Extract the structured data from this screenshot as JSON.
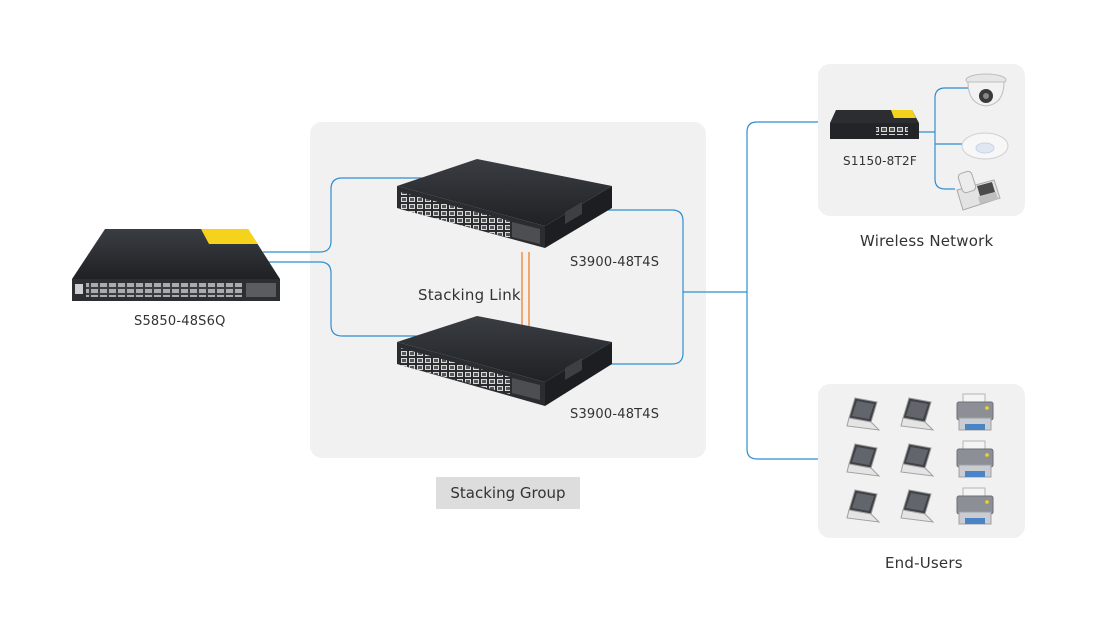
{
  "core_switch": {
    "label": "S5850-48S6Q"
  },
  "stack_switch_top": {
    "label": "S3900-48T4S"
  },
  "stack_switch_bottom": {
    "label": "S3900-48T4S"
  },
  "stacking_link": {
    "label": "Stacking Link"
  },
  "stacking_group": {
    "label": "Stacking Group"
  },
  "wireless": {
    "switch_label": "S1150-8T2F",
    "label": "Wireless Network"
  },
  "end_users": {
    "label": "End-Users"
  },
  "colors": {
    "link": "#2e8fd1",
    "stack_link": "#f0883a",
    "panel": "#f1f1f1",
    "switch_body": "#2b2d31"
  }
}
